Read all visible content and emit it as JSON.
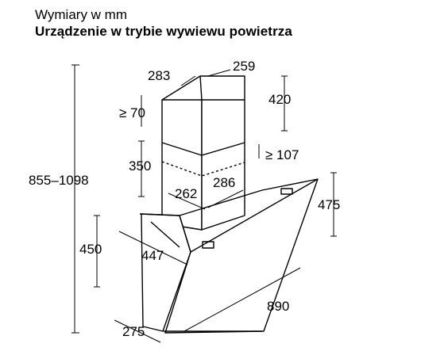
{
  "header": {
    "units_label": "Wymiary w mm",
    "mode_title": "Urządzenie w trybie wywiewu powietrza"
  },
  "dimensions": {
    "top_depth": "283",
    "top_width": "259",
    "upper_chimney_height": "420",
    "min_gap_top": "≥ 70",
    "min_gap_bottom": "≥ 107",
    "lower_chimney_height": "350",
    "chimney_depth": "262",
    "chimney_width": "286",
    "total_height": "855–1098",
    "hood_depth": "475",
    "hood_height": "450",
    "hood_side": "447",
    "hood_width": "890",
    "bottom_depth": "275"
  }
}
